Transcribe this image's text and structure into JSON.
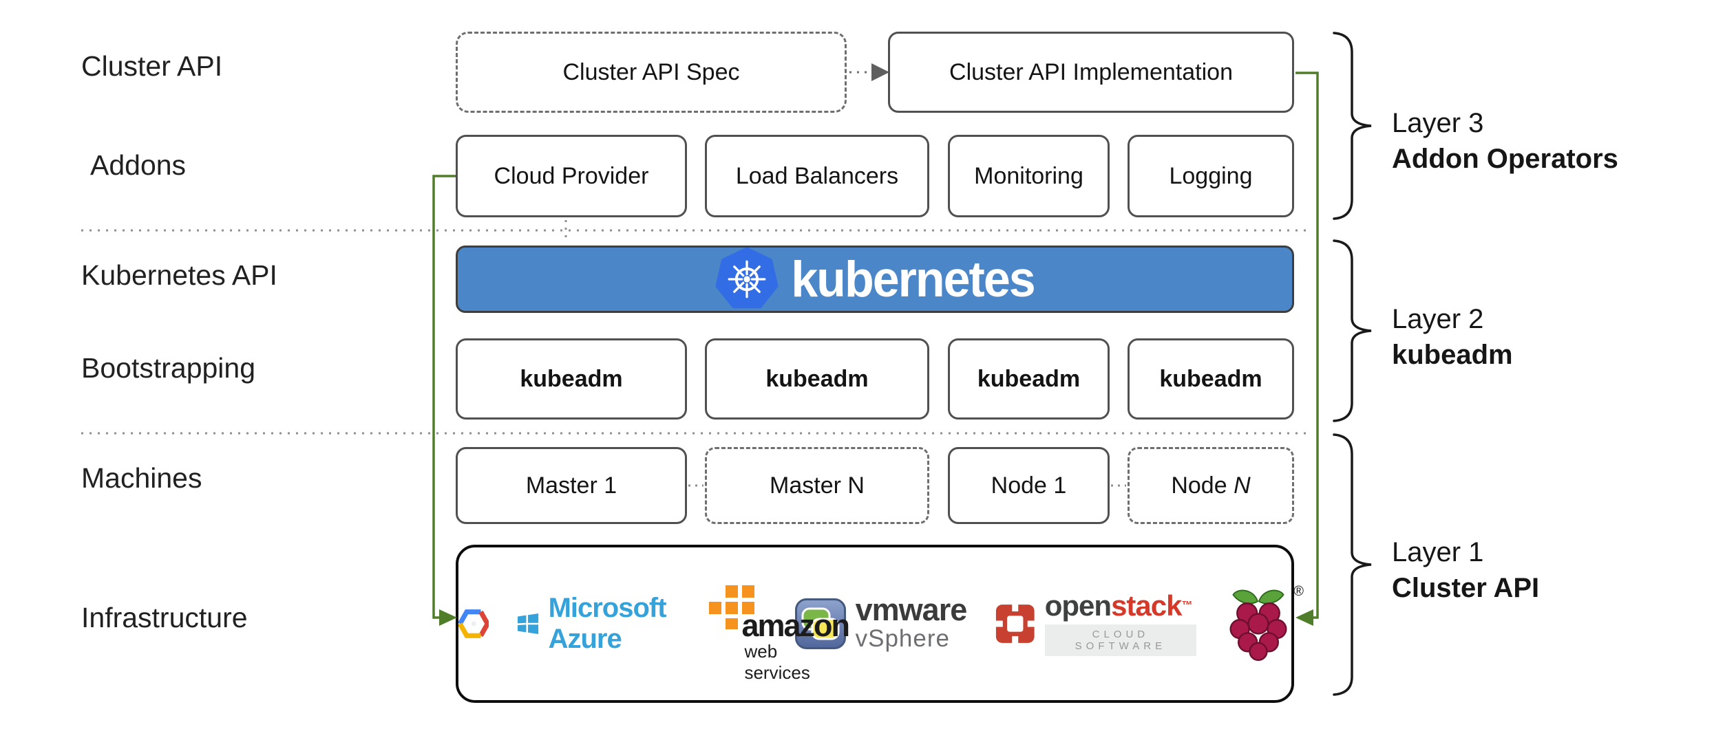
{
  "colors": {
    "banner_blue": "#4a86c8",
    "kubernetes_logo_blue": "#326de6",
    "arrow_green": "#507d2a",
    "box_border_gray": "#505050",
    "infra_border_black": "#0d0d0d",
    "openstack_red": "#c8402f",
    "azure_blue": "#35a2da",
    "aws_orange": "#f6921e",
    "raspberry_crimson": "#a9194a"
  },
  "left_labels": {
    "items": [
      "Cluster API",
      "Addons",
      "Kubernetes API",
      "Bootstrapping",
      "Machines",
      "Infrastructure"
    ]
  },
  "cluster_api_row": {
    "spec_label": "Cluster API Spec",
    "implementation_label": "Cluster API Implementation"
  },
  "addons_row": {
    "items": [
      "Cloud Provider",
      "Load Balancers",
      "Monitoring",
      "Logging"
    ]
  },
  "kubernetes_banner": {
    "wordmark": "kubernetes",
    "logo": "kubernetes-helm-wheel-icon"
  },
  "bootstrapping_row": {
    "items": [
      "kubeadm",
      "kubeadm",
      "kubeadm",
      "kubeadm"
    ]
  },
  "machines_row": {
    "items": [
      {
        "label": "Master 1",
        "border": "solid"
      },
      {
        "label": "Master N",
        "border": "dashed"
      },
      {
        "label": "Node 1",
        "border": "solid"
      },
      {
        "label": "Node N",
        "border": "dashed",
        "prefix": "Node ",
        "n": "N"
      }
    ]
  },
  "infrastructure_box": {
    "logos": [
      {
        "name": "google-cloud-platform"
      },
      {
        "name": "microsoft-azure",
        "text": "Microsoft Azure"
      },
      {
        "name": "amazon-web-services",
        "text1": "amazon",
        "text2": "web services"
      },
      {
        "name": "vmware-vsphere",
        "text1": "vm",
        "text2": "ware",
        "text3": "vSphere"
      },
      {
        "name": "openstack",
        "text1": "open",
        "text2": "stack",
        "tm": "™",
        "text3": "CLOUD SOFTWARE"
      },
      {
        "name": "raspberry-pi",
        "registered_mark": "®"
      }
    ]
  },
  "layers": [
    {
      "line1": "Layer 3",
      "line2": "Addon Operators"
    },
    {
      "line1": "Layer 2",
      "line2": "kubeadm"
    },
    {
      "line1": "Layer 1",
      "line2": "Cluster API"
    }
  ]
}
